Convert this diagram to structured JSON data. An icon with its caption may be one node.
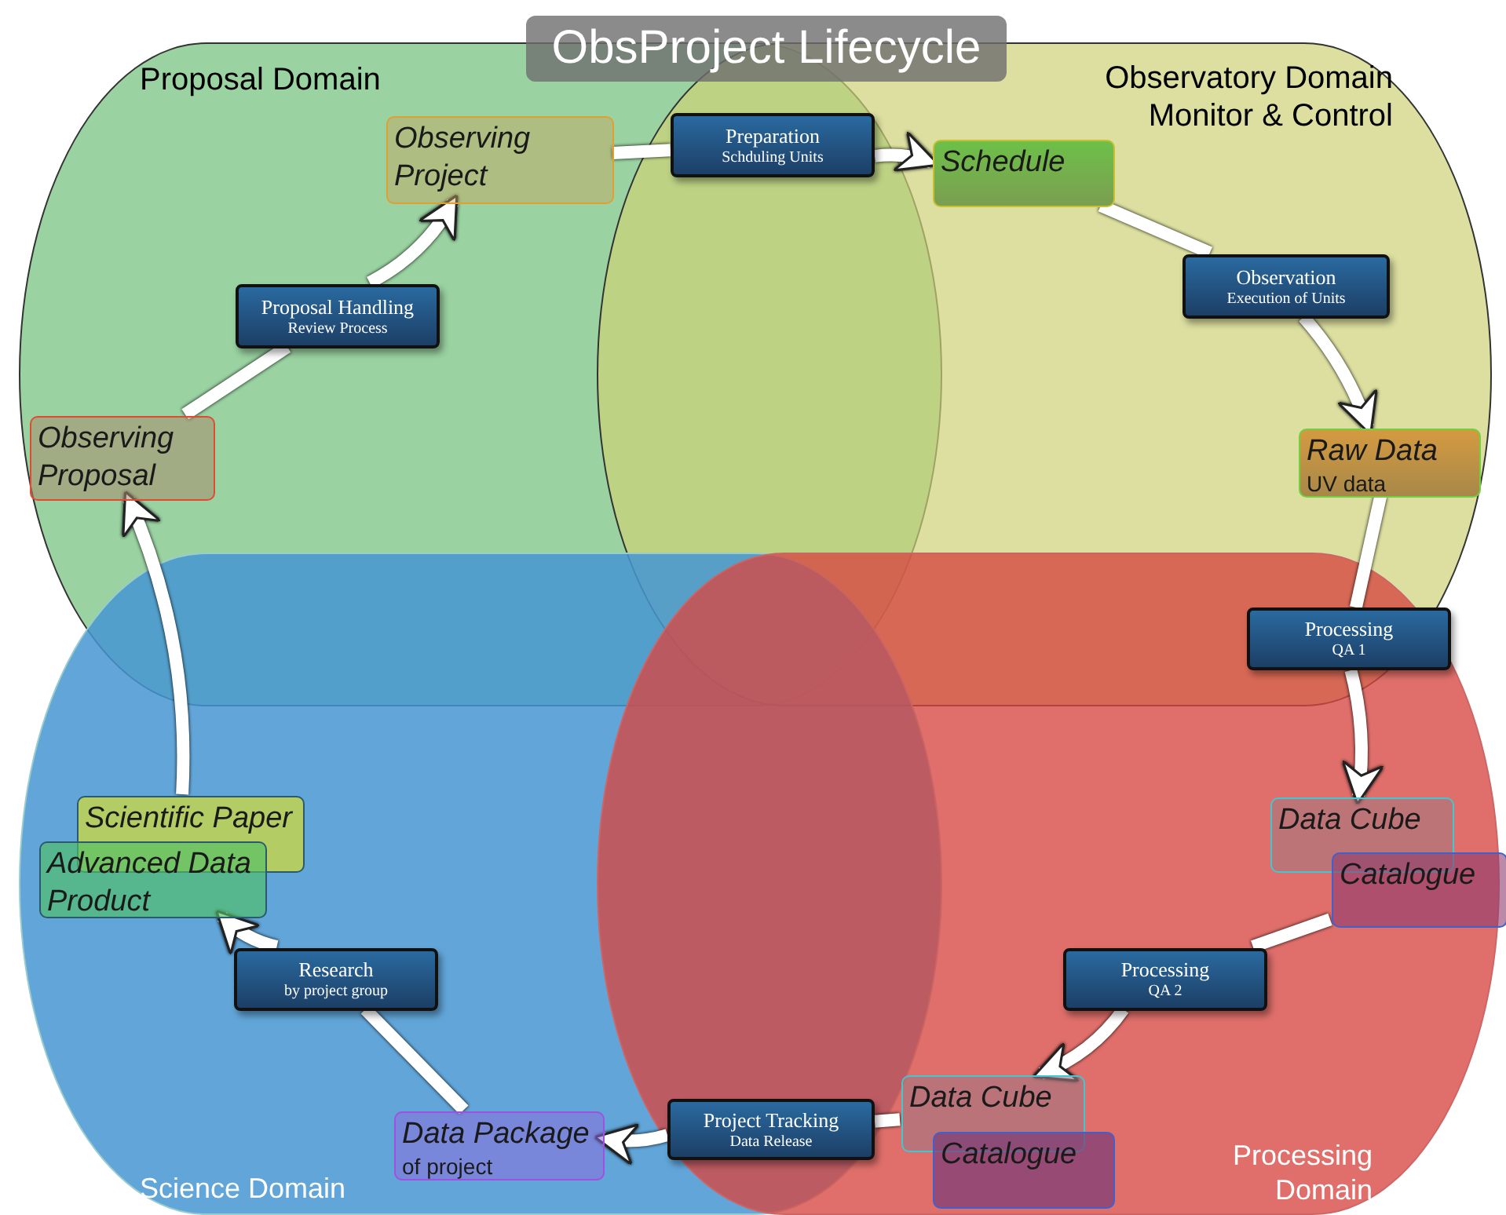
{
  "diagram": {
    "title": "ObsProject Lifecycle",
    "nodes": [
      {
        "text": [
          "Proposal Domain"
        ]
      },
      {
        "text": [
          "Observatory Domain Monitor & Control"
        ]
      },
      {
        "text": [
          "Science Domain"
        ]
      },
      {
        "text": [
          "Processing Domain"
        ]
      },
      {
        "text": [
          "Observing Project"
        ],
        "in": 0
      },
      {
        "text": [
          "Preparation",
          "Schduling Units"
        ]
      },
      {
        "text": [
          "Schedule"
        ],
        "in": 1
      },
      {
        "text": [
          "Proposal Handling",
          "Review Process"
        ],
        "in": 0
      },
      {
        "text": [
          "Observation",
          "Execution of Units"
        ],
        "in": 1
      },
      {
        "text": [
          "Observing Proposal"
        ],
        "in": 0
      },
      {
        "text": [
          "Raw Data",
          "UV data"
        ],
        "in": 1
      },
      {
        "text": [
          "Processing",
          "QA 1"
        ]
      },
      {
        "text": [
          "Scientific Paper"
        ],
        "in": 2
      },
      {
        "text": [
          "Data Cube"
        ],
        "in": 3
      },
      {
        "text": [
          "Advanced Data Product"
        ],
        "in": 2
      },
      {
        "text": [
          "Catalogue"
        ],
        "in": 3
      },
      {
        "text": [
          "Research",
          "by project group"
        ],
        "in": 2
      },
      {
        "text": [
          "Processing",
          "QA 2"
        ],
        "in": 3
      },
      {
        "text": [
          "Data Cube"
        ],
        "in": 3
      },
      {
        "text": [
          "Project Tracking",
          "Data Release"
        ]
      },
      {
        "text": [
          "Data Package",
          "of project"
        ],
        "in": 2
      },
      {
        "text": [
          "Catalogue"
        ],
        "in": 3
      }
    ],
    "edges": [
      {
        "from": 12,
        "to": 9,
        "arrow": "to"
      },
      {
        "from": 9,
        "to": 7,
        "arrow": "none"
      },
      {
        "from": 7,
        "to": 4,
        "arrow": "to"
      },
      {
        "from": 4,
        "to": 5,
        "arrow": "none"
      },
      {
        "from": 5,
        "to": 6,
        "arrow": "to"
      },
      {
        "from": 6,
        "to": 8,
        "arrow": "none"
      },
      {
        "from": 8,
        "to": 10,
        "arrow": "to"
      },
      {
        "from": 10,
        "to": 11,
        "arrow": "none"
      },
      {
        "from": 11,
        "to": 13,
        "arrow": "to"
      },
      {
        "from": 15,
        "to": 17,
        "arrow": "none"
      },
      {
        "from": 17,
        "to": 18,
        "arrow": "to"
      },
      {
        "from": 18,
        "to": 19,
        "arrow": "none"
      },
      {
        "from": 19,
        "to": 20,
        "arrow": "to"
      },
      {
        "from": 20,
        "to": 16,
        "arrow": "none"
      },
      {
        "from": 16,
        "to": 14,
        "arrow": "to"
      }
    ]
  }
}
